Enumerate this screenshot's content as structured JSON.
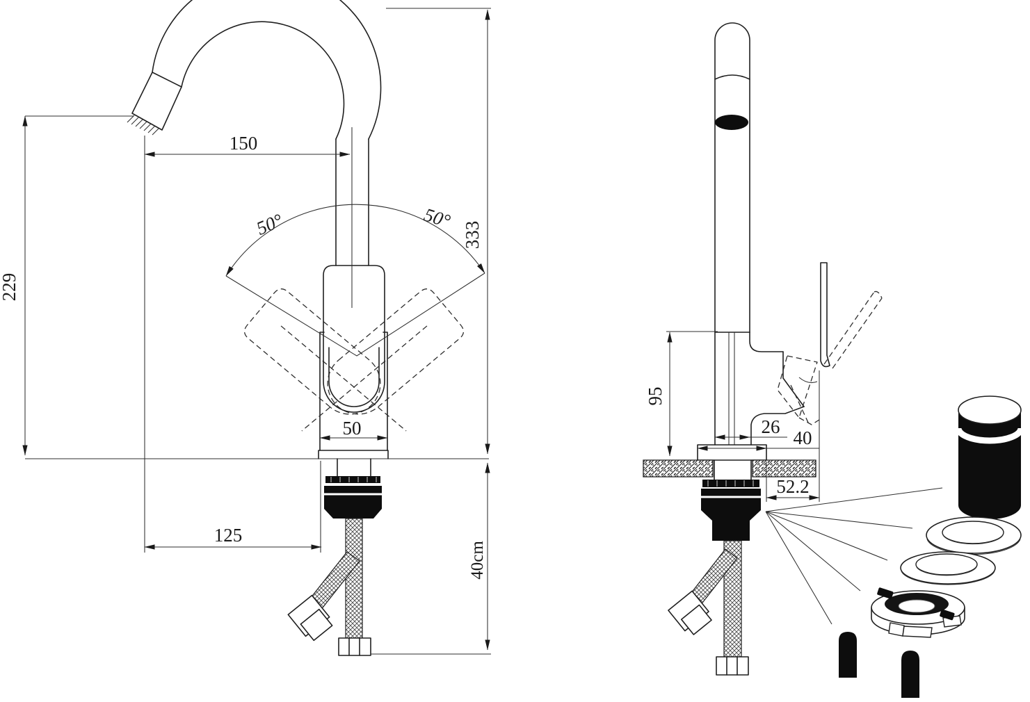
{
  "meta": {
    "description": "faucet dimensional line drawing, front and side views with exploded mounting parts",
    "colors": {
      "ink": "#1f1f1f",
      "background": "#ffffff",
      "part_fill": "#0d0d0d"
    }
  },
  "front_view": {
    "dims": {
      "reach": "150",
      "spout_height": "229",
      "swing_left": "50°",
      "swing_right": "50°",
      "overall_height": "333",
      "body_width": "50",
      "base_offset": "125",
      "hose_length": "40cm"
    }
  },
  "side_view": {
    "dims": {
      "body_height": "95",
      "column_width": "26",
      "base_width": "40",
      "base_depth": "52.2"
    }
  }
}
